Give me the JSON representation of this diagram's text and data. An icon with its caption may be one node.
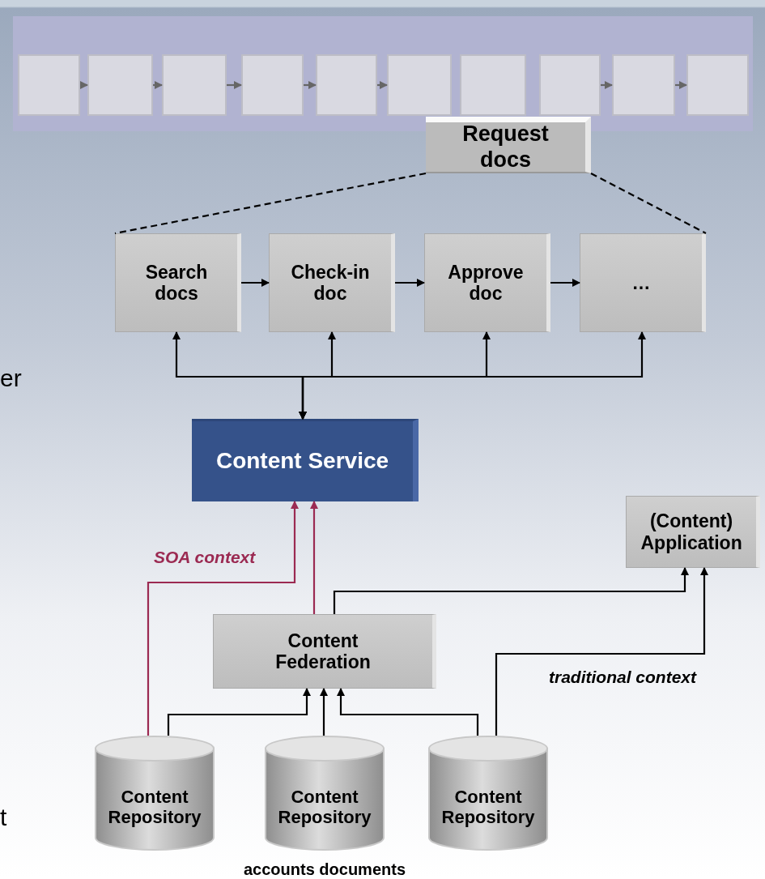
{
  "diagram": {
    "nodes": [
      {
        "text": [],
        "shape": "box"
      },
      {
        "text": [],
        "shape": "box",
        "in": 0
      },
      {
        "text": [],
        "shape": "box",
        "in": 0
      },
      {
        "text": [],
        "shape": "box",
        "in": 0
      },
      {
        "text": [],
        "shape": "box",
        "in": 0
      },
      {
        "text": [],
        "shape": "box",
        "in": 0
      },
      {
        "text": [],
        "shape": "box",
        "in": 0
      },
      {
        "text": [],
        "shape": "box",
        "in": 0
      },
      {
        "text": [],
        "shape": "box",
        "in": 0
      },
      {
        "text": [],
        "shape": "box",
        "in": 0
      },
      {
        "text": [],
        "shape": "box",
        "in": 0
      },
      {
        "text": [
          "Request docs"
        ]
      },
      {
        "text": [
          "Search docs"
        ]
      },
      {
        "text": [
          "Check-in doc"
        ]
      },
      {
        "text": [
          "Approve doc"
        ]
      },
      {
        "text": [
          "…"
        ]
      },
      {
        "text": [
          "Content Service"
        ]
      },
      {
        "text": [
          "(Content) Application"
        ]
      },
      {
        "text": [
          "Content Federation"
        ]
      },
      {
        "text": [
          "Content Repository"
        ]
      },
      {
        "text": [
          "Content Repository"
        ],
        "beside": [
          "accounts documents"
        ]
      },
      {
        "text": [
          "Content Repository"
        ]
      }
    ],
    "edges": [
      {
        "from": 1,
        "to": 2,
        "arrow": "to",
        "color": "#666666"
      },
      {
        "from": 2,
        "to": 3,
        "arrow": "to",
        "color": "#666666"
      },
      {
        "from": 3,
        "to": 4,
        "arrow": "to",
        "color": "#666666"
      },
      {
        "from": 4,
        "to": 5,
        "arrow": "to",
        "color": "#666666"
      },
      {
        "from": 5,
        "to": 6,
        "arrow": "to",
        "color": "#666666"
      },
      {
        "from": 8,
        "to": 9,
        "arrow": "to",
        "color": "#666666"
      },
      {
        "from": 9,
        "to": 10,
        "arrow": "to",
        "color": "#666666"
      },
      {
        "from": 11,
        "to": 12,
        "arrow": "none",
        "style": "dashed"
      },
      {
        "from": 11,
        "to": 15,
        "arrow": "none",
        "style": "dashed"
      },
      {
        "from": 12,
        "to": 13,
        "arrow": "to"
      },
      {
        "from": 13,
        "to": 14,
        "arrow": "to"
      },
      {
        "from": 14,
        "to": 15,
        "arrow": "to"
      },
      {
        "from": 16,
        "to": 12,
        "arrow": "both"
      },
      {
        "from": 16,
        "to": 13,
        "arrow": "both"
      },
      {
        "from": 16,
        "to": 14,
        "arrow": "both"
      },
      {
        "from": 16,
        "to": 15,
        "arrow": "both"
      },
      {
        "from": 19,
        "to": 16,
        "arrow": "to",
        "label": "SOA context",
        "color": "#9b2a52"
      },
      {
        "from": 18,
        "to": 16,
        "arrow": "to",
        "color": "#9b2a52"
      },
      {
        "from": 18,
        "to": 17,
        "arrow": "to"
      },
      {
        "from": 21,
        "to": 17,
        "arrow": "to",
        "label": "traditional context"
      },
      {
        "from": 19,
        "to": 18,
        "arrow": "to"
      },
      {
        "from": 20,
        "to": 18,
        "arrow": "to"
      },
      {
        "from": 21,
        "to": 18,
        "arrow": "to"
      }
    ],
    "labels": [
      "er",
      "t"
    ]
  }
}
